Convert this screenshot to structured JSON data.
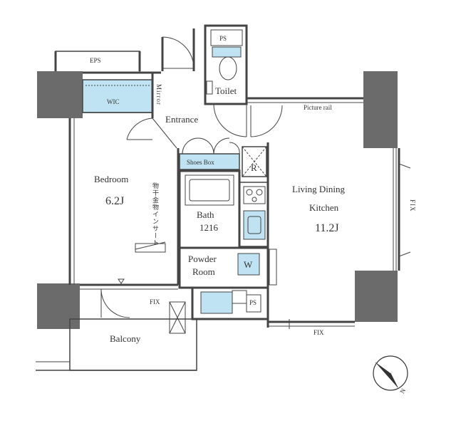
{
  "labels": {
    "ps_top": "PS",
    "eps": "EPS",
    "wic": "WIC",
    "mirror": "Mirror",
    "toilet": "Toilet",
    "picture_rail": "Picture rail",
    "entrance": "Entrance",
    "shoes_box": "Shoes Box",
    "refrigerator": "R",
    "bedroom_name": "Bedroom",
    "bedroom_size": "6.2J",
    "bed_insert": "物干金物インサート",
    "ldk_name_1": "Living Dining",
    "ldk_name_2": "Kitchen",
    "ldk_size": "11.2J",
    "bath_name": "Bath",
    "bath_size": "1216",
    "powder_1": "Powder",
    "powder_2": "Room",
    "washer": "W",
    "ps_bottom": "PS",
    "fix_right": "FIX",
    "fix_balcony": "FIX",
    "fix_bottom": "FIX",
    "balcony": "Balcony",
    "compass_n": "N"
  },
  "colors": {
    "wall": "#6b6b6b",
    "line": "#444444",
    "water": "#bfe3f2"
  }
}
